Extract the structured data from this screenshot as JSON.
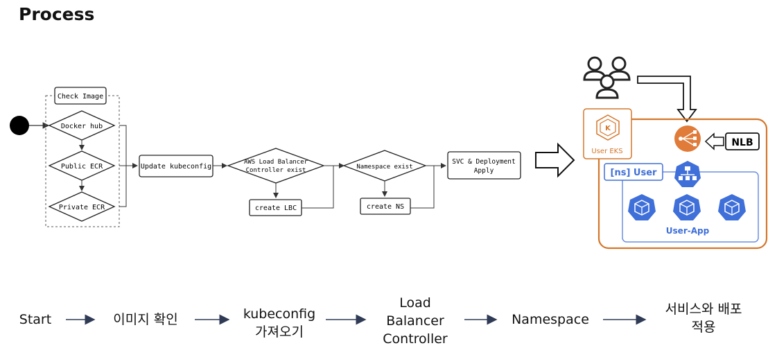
{
  "page": {
    "title": "Process"
  },
  "diagram": {
    "check_image": "Check Image",
    "docker_hub": "Docker hub",
    "public_ecr": "Public ECR",
    "private_ecr": "Private ECR",
    "update_kubeconfig": "Update kubeconfig",
    "lbc_exist_line1": "AWS Load Balancer",
    "lbc_exist_line2": "Controller exist",
    "create_lbc": "create LBC",
    "ns_exist": "Namespace exist",
    "create_ns": "create NS",
    "svc_line1": "SVC & Deployment",
    "svc_line2": "Apply"
  },
  "architecture": {
    "user_eks": "User EKS",
    "nlb": "NLB",
    "ns_user": "[ns] User",
    "user_app": "User-App",
    "accent_orange": "#d4762a",
    "accent_blue": "#3f6fd8"
  },
  "flow": {
    "step1": "Start",
    "step2": "이미지 확인",
    "step3_line1": "kubeconfig",
    "step3_line2": "가져오기",
    "step4_line1": "Load",
    "step4_line2": "Balancer",
    "step4_line3": "Controller",
    "step5": "Namespace",
    "step6_line1": "서비스와 배포",
    "step6_line2": "적용"
  }
}
